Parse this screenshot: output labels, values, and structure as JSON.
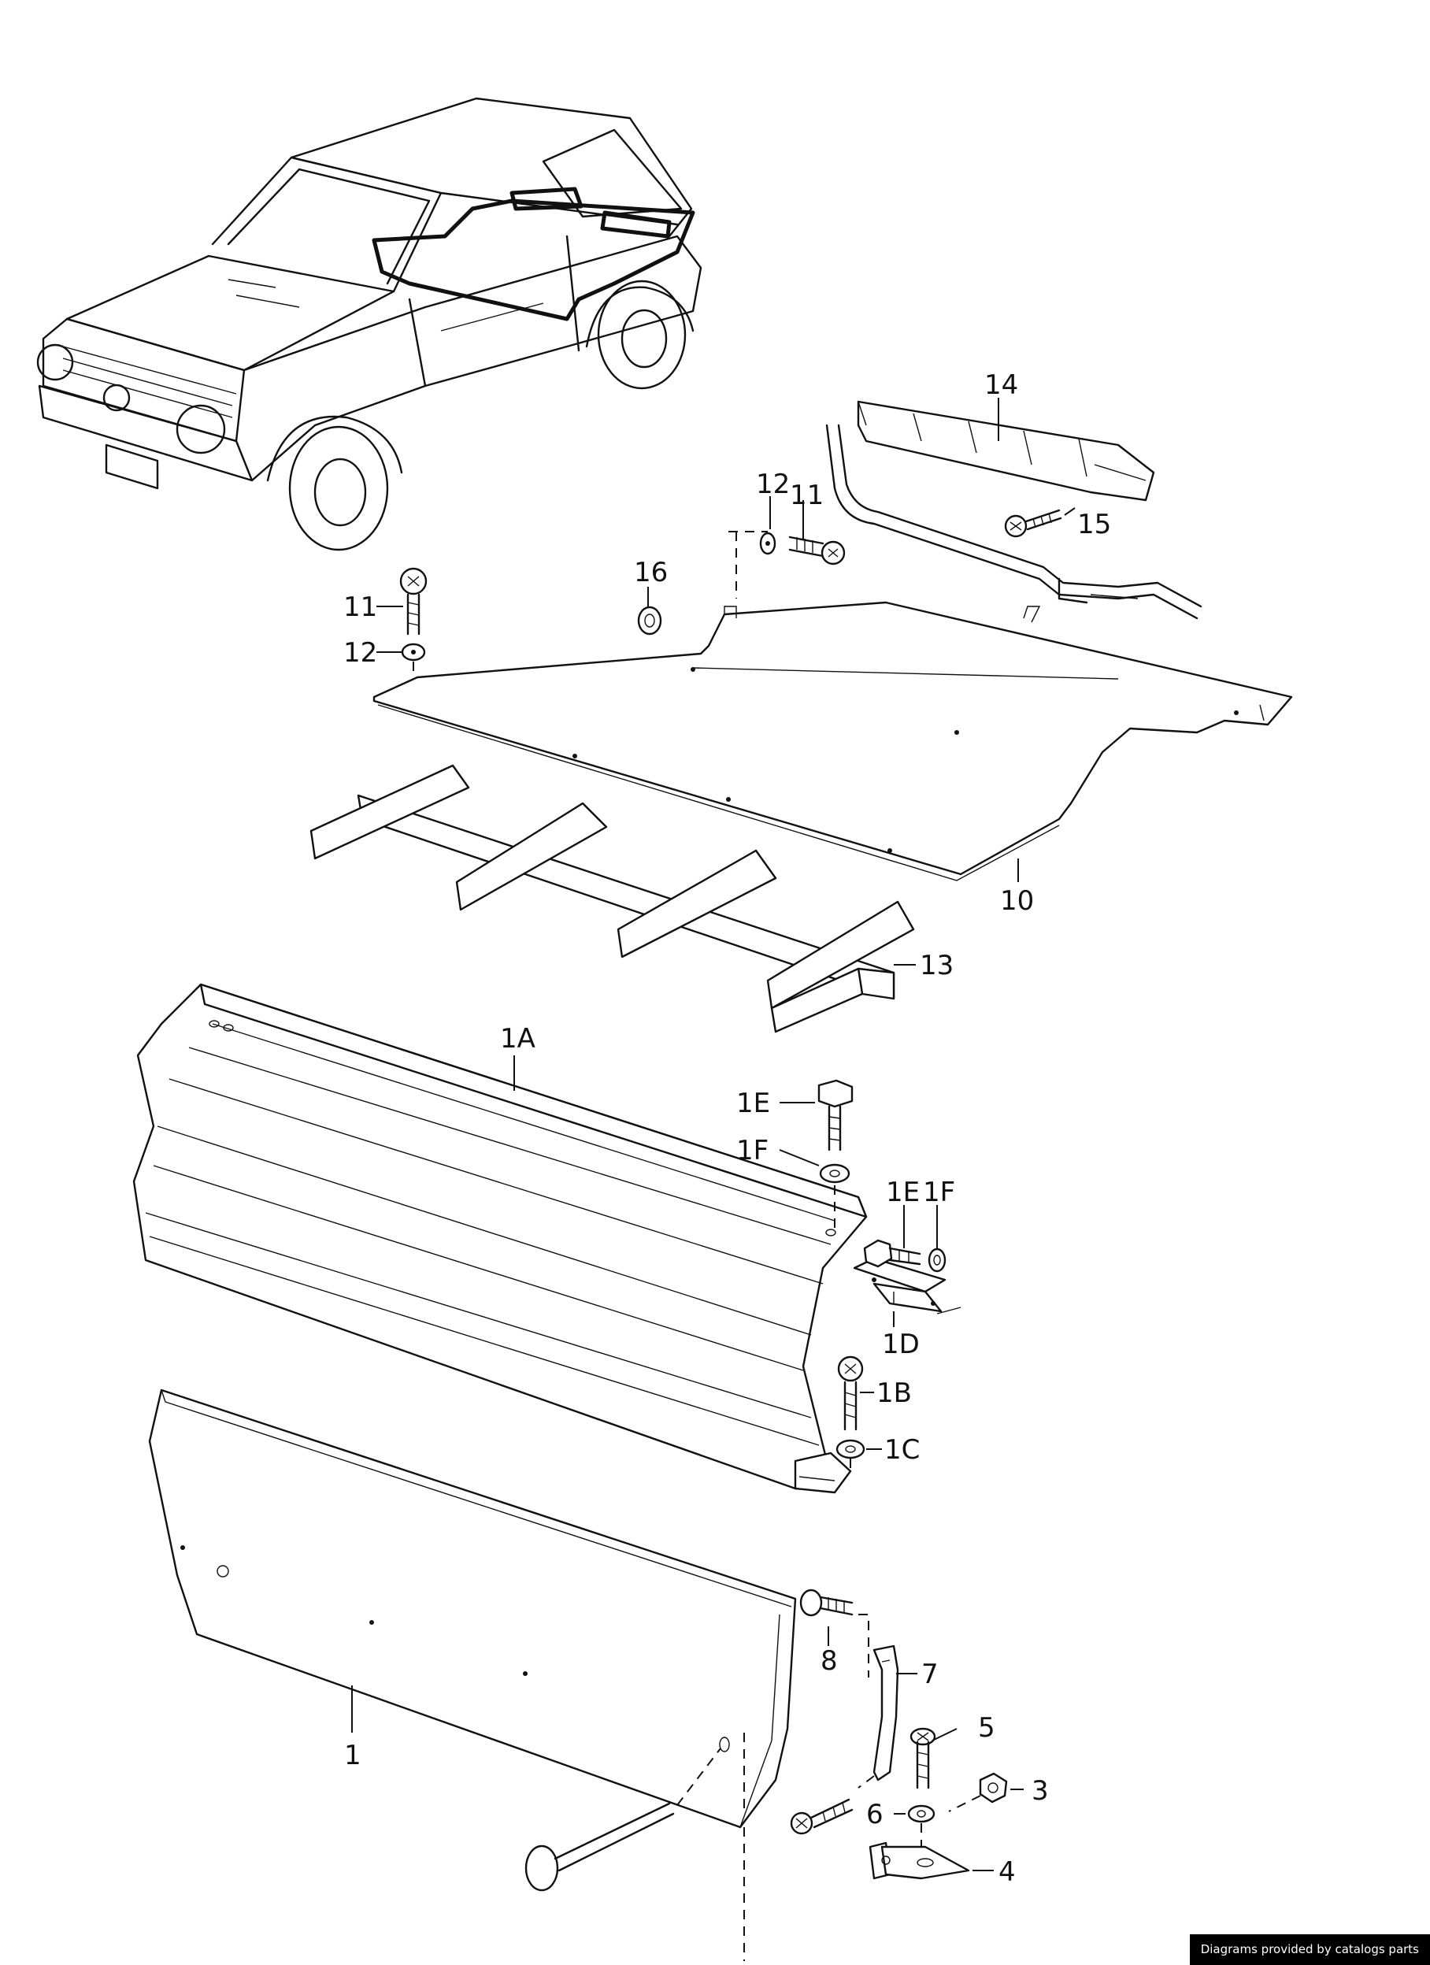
{
  "callouts": {
    "c14": "14",
    "c15": "15",
    "c12a": "12",
    "c11a": "11",
    "c16": "16",
    "c11b": "11",
    "c12b": "12",
    "c10": "10",
    "c13": "13",
    "c1A": "1A",
    "c1E_top": "1E",
    "c1F_top": "1F",
    "c1E_side": "1E",
    "c1F_side": "1F",
    "c1D": "1D",
    "c1B": "1B",
    "c1C": "1C",
    "c8": "8",
    "c7": "7",
    "c5": "5",
    "c3": "3",
    "c6": "6",
    "c4": "4",
    "c1": "1"
  },
  "credit": "Diagrams provided by catalogs parts"
}
